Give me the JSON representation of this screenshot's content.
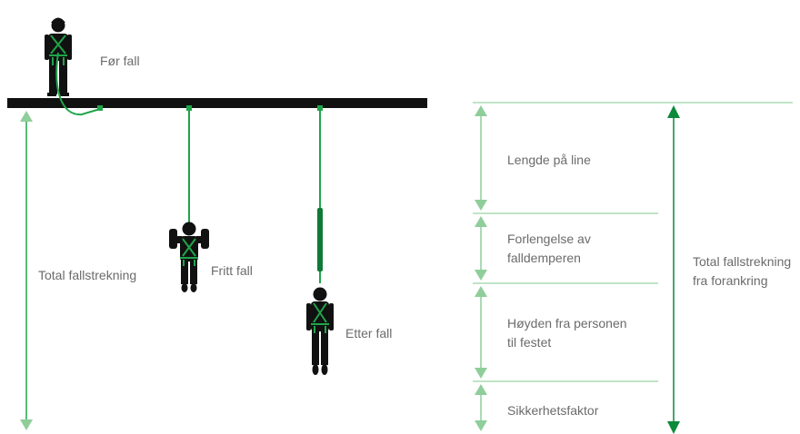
{
  "colors": {
    "beam": "#111111",
    "figure": "#111111",
    "harness": "#1ea54a",
    "lanyard": "#1ea54a",
    "arrow_light": "#8fce9a",
    "arrow_dark": "#0b8a3a",
    "guide_line": "#9ad4a3",
    "text": "#6b6b6b"
  },
  "left": {
    "labels": {
      "before_fall": "Før fall",
      "free_fall": "Fritt fall",
      "after_fall": "Etter fall",
      "total_fall_distance": "Total fallstrekning"
    }
  },
  "right": {
    "segments": [
      {
        "lines": [
          "Lengde på line"
        ]
      },
      {
        "lines": [
          "Forlengelse av",
          "falldemperen"
        ]
      },
      {
        "lines": [
          "Høyden fra personen",
          "til festet"
        ]
      },
      {
        "lines": [
          "Sikkerhetsfaktor"
        ]
      }
    ],
    "total": {
      "lines": [
        "Total fallstrekning",
        "fra forankring"
      ]
    }
  },
  "icons": {
    "worker_standing": "person-standing-harness-icon",
    "worker_falling": "person-falling-harness-icon",
    "worker_hanging": "person-hanging-harness-icon"
  }
}
